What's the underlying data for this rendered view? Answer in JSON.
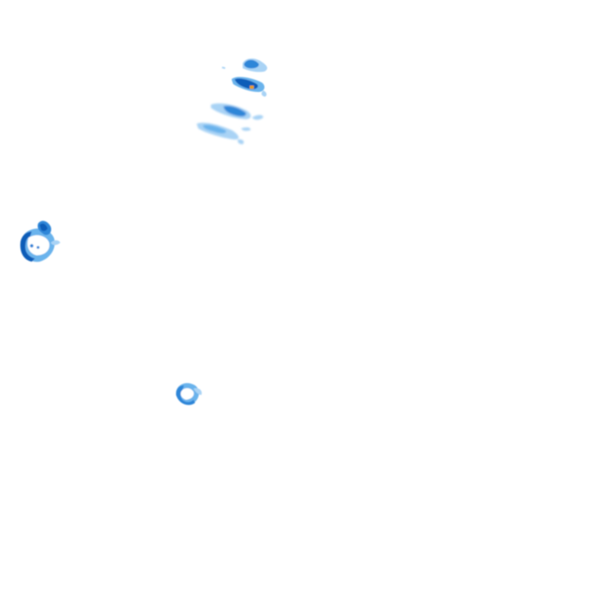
{
  "map": {
    "background": "#ffffff",
    "palette": {
      "light": "#a9d3f5",
      "medium": "#6bb3ec",
      "strong": "#2f86d8",
      "heavy": "#0f5db8",
      "core": "#1a4f9a",
      "hotspot": "#e5a21b"
    },
    "cells": [
      {
        "name": "precip-cell-north-1",
        "intensity": "strong"
      },
      {
        "name": "precip-cell-north-2",
        "intensity": "heavy",
        "has_hotspot": true
      },
      {
        "name": "precip-band-north-3",
        "intensity": "medium"
      },
      {
        "name": "precip-band-north-4",
        "intensity": "light"
      },
      {
        "name": "precip-cell-west",
        "intensity": "strong"
      },
      {
        "name": "precip-cell-south",
        "intensity": "medium"
      }
    ]
  }
}
